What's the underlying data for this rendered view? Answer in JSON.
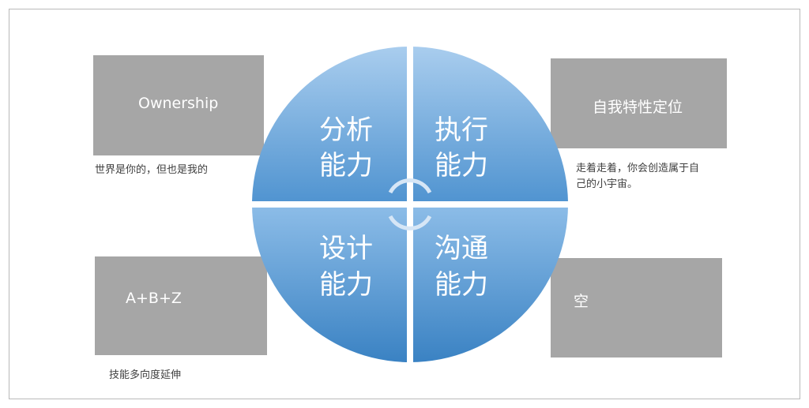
{
  "diagram": {
    "center": {
      "quadrants": [
        {
          "id": "top-left",
          "line1": "分析",
          "line2": "能力"
        },
        {
          "id": "top-right",
          "line1": "执行",
          "line2": "能力"
        },
        {
          "id": "bottom-left",
          "line1": "设计",
          "line2": "能力"
        },
        {
          "id": "bottom-right",
          "line1": "沟通",
          "line2": "能力"
        }
      ],
      "colors": {
        "light": "#9cc6ec",
        "dark": "#3d87c9",
        "divider": "#ffffff"
      }
    },
    "boxes": {
      "top_left": {
        "label": "Ownership",
        "caption": "世界是你的，但也是我的"
      },
      "top_right": {
        "label": "自我特性定位",
        "caption_line1": "走着走着，你会创造属于自",
        "caption_line2": "己的小宇宙。"
      },
      "bottom_left": {
        "label": "A+B+Z",
        "caption": "技能多向度延伸"
      },
      "bottom_right": {
        "label": "空"
      }
    },
    "box_color": "#a6a6a6"
  }
}
